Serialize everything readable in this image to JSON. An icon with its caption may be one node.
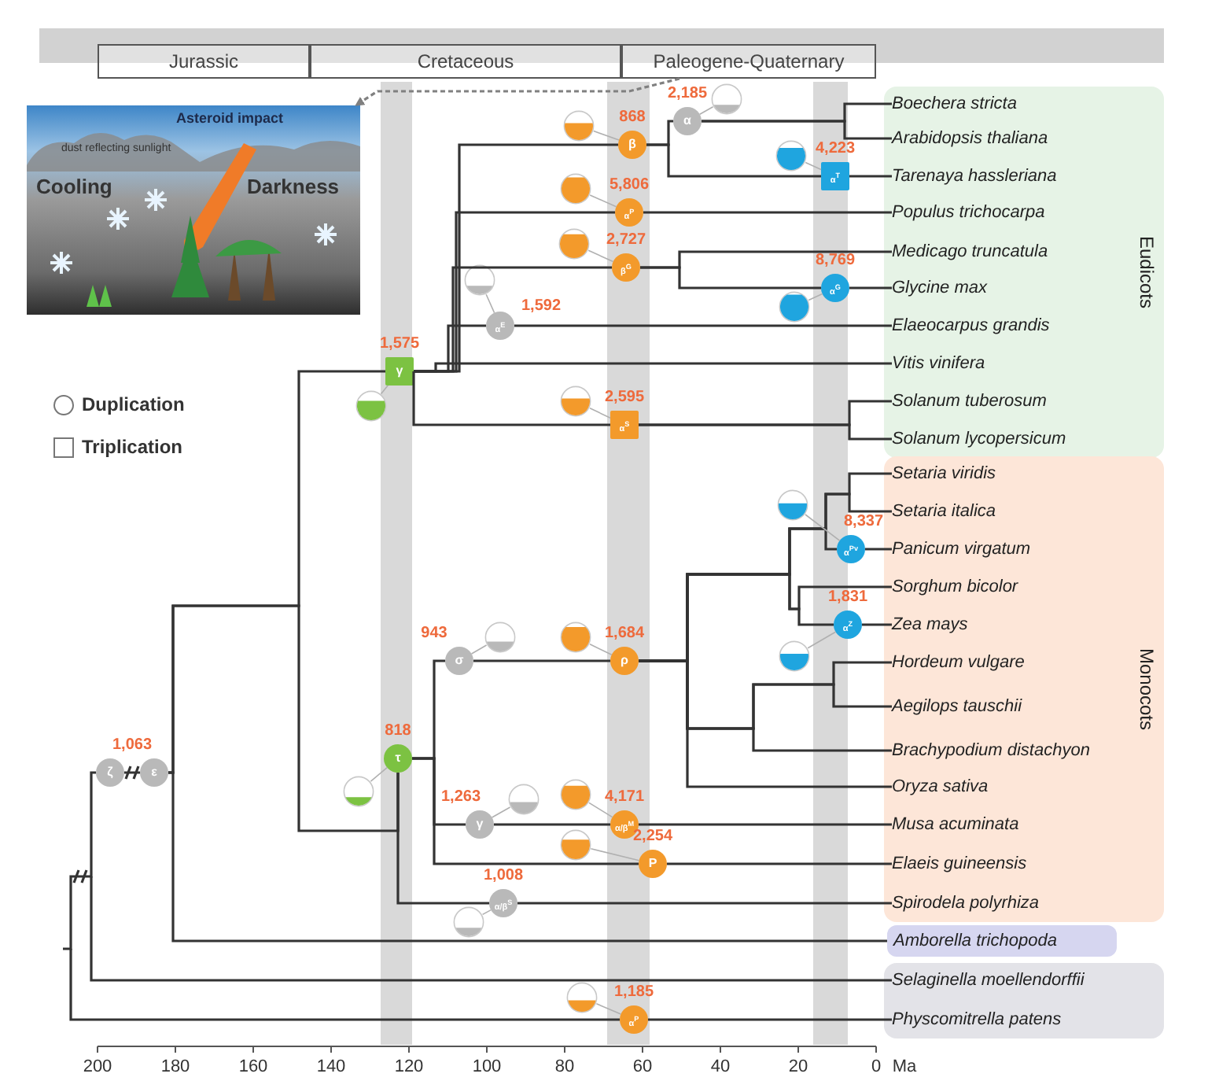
{
  "diagram": {
    "nodes": [
      {
        "text": [
          "Jurassic"
        ]
      },
      {
        "text": [
          "Cretaceous"
        ]
      },
      {
        "text": [
          "Paleogene-Quaternary"
        ]
      },
      {
        "text": [
          "Asteroid impact",
          "dust reflecting sunlight",
          "Cooling",
          "Darkness"
        ]
      },
      {
        "text": [
          "Eudicots"
        ]
      },
      {
        "text": [
          "Boechera stricta"
        ],
        "in": 4
      },
      {
        "text": [
          "Arabidopsis thaliana"
        ],
        "in": 4
      },
      {
        "text": [
          "Tarenaya hassleriana"
        ],
        "in": 4
      },
      {
        "text": [
          "Populus trichocarpa"
        ],
        "in": 4
      },
      {
        "text": [
          "Medicago truncatula"
        ],
        "in": 4
      },
      {
        "text": [
          "Glycine max"
        ],
        "in": 4
      },
      {
        "text": [
          "Elaeocarpus grandis"
        ],
        "in": 4
      },
      {
        "text": [
          "Vitis vinifera"
        ],
        "in": 4
      },
      {
        "text": [
          "Solanum tuberosum"
        ],
        "in": 4
      },
      {
        "text": [
          "Solanum lycopersicum"
        ],
        "in": 4
      },
      {
        "text": [
          "Monocots"
        ]
      },
      {
        "text": [
          "Setaria viridis"
        ],
        "in": 15
      },
      {
        "text": [
          "Setaria italica"
        ],
        "in": 15
      },
      {
        "text": [
          "Panicum virgatum"
        ],
        "in": 15
      },
      {
        "text": [
          "Sorghum bicolor"
        ],
        "in": 15
      },
      {
        "text": [
          "Zea mays"
        ],
        "in": 15
      },
      {
        "text": [
          "Hordeum vulgare"
        ],
        "in": 15
      },
      {
        "text": [
          "Aegilops tauschii"
        ],
        "in": 15
      },
      {
        "text": [
          "Brachypodium distachyon"
        ],
        "in": 15
      },
      {
        "text": [
          "Oryza sativa"
        ],
        "in": 15
      },
      {
        "text": [
          "Musa acuminata"
        ],
        "in": 15
      },
      {
        "text": [
          "Elaeis guineensis"
        ],
        "in": 15
      },
      {
        "text": [
          "Spirodela polyrhiza"
        ],
        "in": 15
      },
      {
        "text": [
          "Amborella trichopoda"
        ]
      },
      {
        "text": [],
        "shape": "box"
      },
      {
        "text": [
          "Selaginella moellendorffii"
        ],
        "in": 29
      },
      {
        "text": [
          "Physcomitrella patens"
        ],
        "in": 29
      },
      {
        "text": [
          "α"
        ],
        "beside": [
          "2,185"
        ]
      },
      {
        "text": [
          "β"
        ],
        "beside": [
          "868"
        ]
      },
      {
        "text": [
          "α$^{T}$"
        ],
        "beside": [
          "4,223"
        ]
      },
      {
        "text": [
          "α$^{P}$"
        ],
        "beside": [
          "5,806"
        ]
      },
      {
        "text": [
          "β$^{G}$"
        ],
        "beside": [
          "2,727"
        ]
      },
      {
        "text": [
          "α$^{G}$"
        ],
        "beside": [
          "8,769"
        ]
      },
      {
        "text": [
          "α$^{E}$"
        ],
        "beside": [
          "1,592"
        ]
      },
      {
        "text": [
          "γ"
        ],
        "beside": [
          "1,575"
        ]
      },
      {
        "text": [
          "α$^{S}$"
        ],
        "beside": [
          "2,595"
        ]
      },
      {
        "text": [
          "α$^{Pv}$"
        ],
        "beside": [
          "8,337"
        ]
      },
      {
        "text": [
          "α$^{Z}$"
        ],
        "beside": [
          "1,831"
        ]
      },
      {
        "text": [
          "σ"
        ],
        "beside": [
          "943"
        ]
      },
      {
        "text": [
          "ρ"
        ],
        "beside": [
          "1,684"
        ]
      },
      {
        "text": [
          "ζ"
        ],
        "beside": [
          "1,063"
        ]
      },
      {
        "text": [
          "ε"
        ]
      },
      {
        "text": [
          "τ"
        ],
        "beside": [
          "818"
        ]
      },
      {
        "text": [
          "γ"
        ],
        "beside": [
          "1,263"
        ]
      },
      {
        "text": [
          "α/β$^{M}$"
        ],
        "beside": [
          "4,171"
        ]
      },
      {
        "text": [
          "P"
        ],
        "beside": [
          "2,254"
        ]
      },
      {
        "text": [
          "α/β$^{S}$"
        ],
        "beside": [
          "1,008"
        ]
      },
      {
        "text": [
          "α$^{P}$"
        ],
        "beside": [
          "1,185"
        ]
      },
      {
        "text": [],
        "shape": "circle"
      },
      {
        "text": [],
        "shape": "circle"
      },
      {
        "text": [],
        "shape": "circle"
      },
      {
        "text": [],
        "shape": "circle"
      },
      {
        "text": [],
        "shape": "circle"
      },
      {
        "text": [],
        "shape": "circle"
      },
      {
        "text": [],
        "shape": "circle"
      },
      {
        "text": [],
        "shape": "circle"
      },
      {
        "text": [],
        "shape": "circle"
      },
      {
        "text": [],
        "shape": "circle"
      },
      {
        "text": [],
        "shape": "circle"
      },
      {
        "text": [],
        "shape": "circle"
      },
      {
        "text": [],
        "shape": "circle"
      },
      {
        "text": [],
        "shape": "circle"
      },
      {
        "text": [],
        "shape": "circle"
      },
      {
        "text": [],
        "shape": "circle"
      },
      {
        "text": [],
        "shape": "circle"
      },
      {
        "text": [],
        "shape": "circle"
      },
      {
        "text": [],
        "shape": "circle"
      },
      {
        "text": [],
        "shape": "bar"
      }
    ],
    "edges": [
      {
        "from": 2,
        "to": 3,
        "arrow": "to",
        "style": "dashed",
        "color": "#808080"
      },
      {
        "from": null,
        "to": 45,
        "arrow": "none"
      },
      {
        "from": null,
        "to": 30,
        "arrow": "none"
      },
      {
        "from": null,
        "to": 52,
        "arrow": "none"
      },
      {
        "from": 52,
        "to": 31,
        "arrow": "none"
      },
      {
        "from": 45,
        "to": 46,
        "arrow": "none"
      },
      {
        "from": 46,
        "to": 28,
        "arrow": "none"
      },
      {
        "from": 46,
        "to": 39,
        "arrow": "none"
      },
      {
        "from": 46,
        "to": 47,
        "arrow": "none"
      },
      {
        "from": 39,
        "to": 33,
        "arrow": "none"
      },
      {
        "from": 39,
        "to": 35,
        "arrow": "none"
      },
      {
        "from": 39,
        "to": 36,
        "arrow": "none"
      },
      {
        "from": 39,
        "to": 38,
        "arrow": "none"
      },
      {
        "from": 39,
        "to": 12,
        "arrow": "none"
      },
      {
        "from": 39,
        "to": 40,
        "arrow": "none"
      },
      {
        "from": 33,
        "to": 32,
        "arrow": "none"
      },
      {
        "from": 33,
        "to": 34,
        "arrow": "none"
      },
      {
        "from": 32,
        "to": 5,
        "arrow": "none"
      },
      {
        "from": 32,
        "to": 6,
        "arrow": "none"
      },
      {
        "from": 34,
        "to": 7,
        "arrow": "none"
      },
      {
        "from": 35,
        "to": 8,
        "arrow": "none"
      },
      {
        "from": 36,
        "to": 9,
        "arrow": "none"
      },
      {
        "from": 36,
        "to": 37,
        "arrow": "none"
      },
      {
        "from": 37,
        "to": 10,
        "arrow": "none"
      },
      {
        "from": 38,
        "to": 11,
        "arrow": "none"
      },
      {
        "from": 40,
        "to": 13,
        "arrow": "none"
      },
      {
        "from": 40,
        "to": 14,
        "arrow": "none"
      },
      {
        "from": 47,
        "to": 43,
        "arrow": "none"
      },
      {
        "from": 47,
        "to": 48,
        "arrow": "none"
      },
      {
        "from": 47,
        "to": 50,
        "arrow": "none"
      },
      {
        "from": 47,
        "to": 51,
        "arrow": "none"
      },
      {
        "from": 43,
        "to": 44,
        "arrow": "none"
      },
      {
        "from": 44,
        "to": 16,
        "arrow": "none"
      },
      {
        "from": 44,
        "to": 17,
        "arrow": "none"
      },
      {
        "from": 44,
        "to": 41,
        "arrow": "none"
      },
      {
        "from": 41,
        "to": 18,
        "arrow": "none"
      },
      {
        "from": 44,
        "to": 19,
        "arrow": "none"
      },
      {
        "from": 44,
        "to": 42,
        "arrow": "none"
      },
      {
        "from": 42,
        "to": 20,
        "arrow": "none"
      },
      {
        "from": 44,
        "to": 21,
        "arrow": "none"
      },
      {
        "from": 44,
        "to": 22,
        "arrow": "none"
      },
      {
        "from": 44,
        "to": 23,
        "arrow": "none"
      },
      {
        "from": 44,
        "to": 24,
        "arrow": "none"
      },
      {
        "from": 48,
        "to": 49,
        "arrow": "none"
      },
      {
        "from": 49,
        "to": 25,
        "arrow": "none"
      },
      {
        "from": 50,
        "to": 26,
        "arrow": "none"
      },
      {
        "from": 51,
        "to": 27,
        "arrow": "none"
      },
      {
        "from": 53,
        "to": 32,
        "arrow": "none",
        "color": "#b0b0b0"
      },
      {
        "from": 54,
        "to": 33,
        "arrow": "none",
        "color": "#b0b0b0"
      },
      {
        "from": 55,
        "to": 34,
        "arrow": "none",
        "color": "#b0b0b0"
      },
      {
        "from": 56,
        "to": 35,
        "arrow": "none",
        "color": "#b0b0b0"
      },
      {
        "from": 57,
        "to": 36,
        "arrow": "none",
        "color": "#b0b0b0"
      },
      {
        "from": 58,
        "to": 37,
        "arrow": "none",
        "color": "#b0b0b0"
      },
      {
        "from": 59,
        "to": 38,
        "arrow": "none",
        "color": "#b0b0b0"
      },
      {
        "from": 60,
        "to": 39,
        "arrow": "none",
        "color": "#b0b0b0"
      },
      {
        "from": 61,
        "to": 40,
        "arrow": "none",
        "color": "#b0b0b0"
      },
      {
        "from": 62,
        "to": 41,
        "arrow": "none",
        "color": "#b0b0b0"
      },
      {
        "from": 63,
        "to": 42,
        "arrow": "none",
        "color": "#b0b0b0"
      },
      {
        "from": 64,
        "to": 43,
        "arrow": "none",
        "color": "#b0b0b0"
      },
      {
        "from": 65,
        "to": 44,
        "arrow": "none",
        "color": "#b0b0b0"
      },
      {
        "from": 66,
        "to": 47,
        "arrow": "none",
        "color": "#b0b0b0"
      },
      {
        "from": 67,
        "to": 48,
        "arrow": "none",
        "color": "#b0b0b0"
      },
      {
        "from": 68,
        "to": 49,
        "arrow": "none",
        "color": "#b0b0b0"
      },
      {
        "from": 69,
        "to": 50,
        "arrow": "none",
        "color": "#b0b0b0"
      },
      {
        "from": 70,
        "to": 51,
        "arrow": "none",
        "color": "#b0b0b0"
      },
      {
        "from": 71,
        "to": 52,
        "arrow": "none",
        "color": "#b0b0b0"
      }
    ],
    "labels": [
      "200",
      "180",
      "160",
      "140",
      "120",
      "100",
      "80",
      "60",
      "40",
      "20",
      "0",
      "Ma"
    ],
    "legend": [
      {
        "text": "Duplication"
      },
      {
        "text": "Triplication"
      }
    ]
  }
}
